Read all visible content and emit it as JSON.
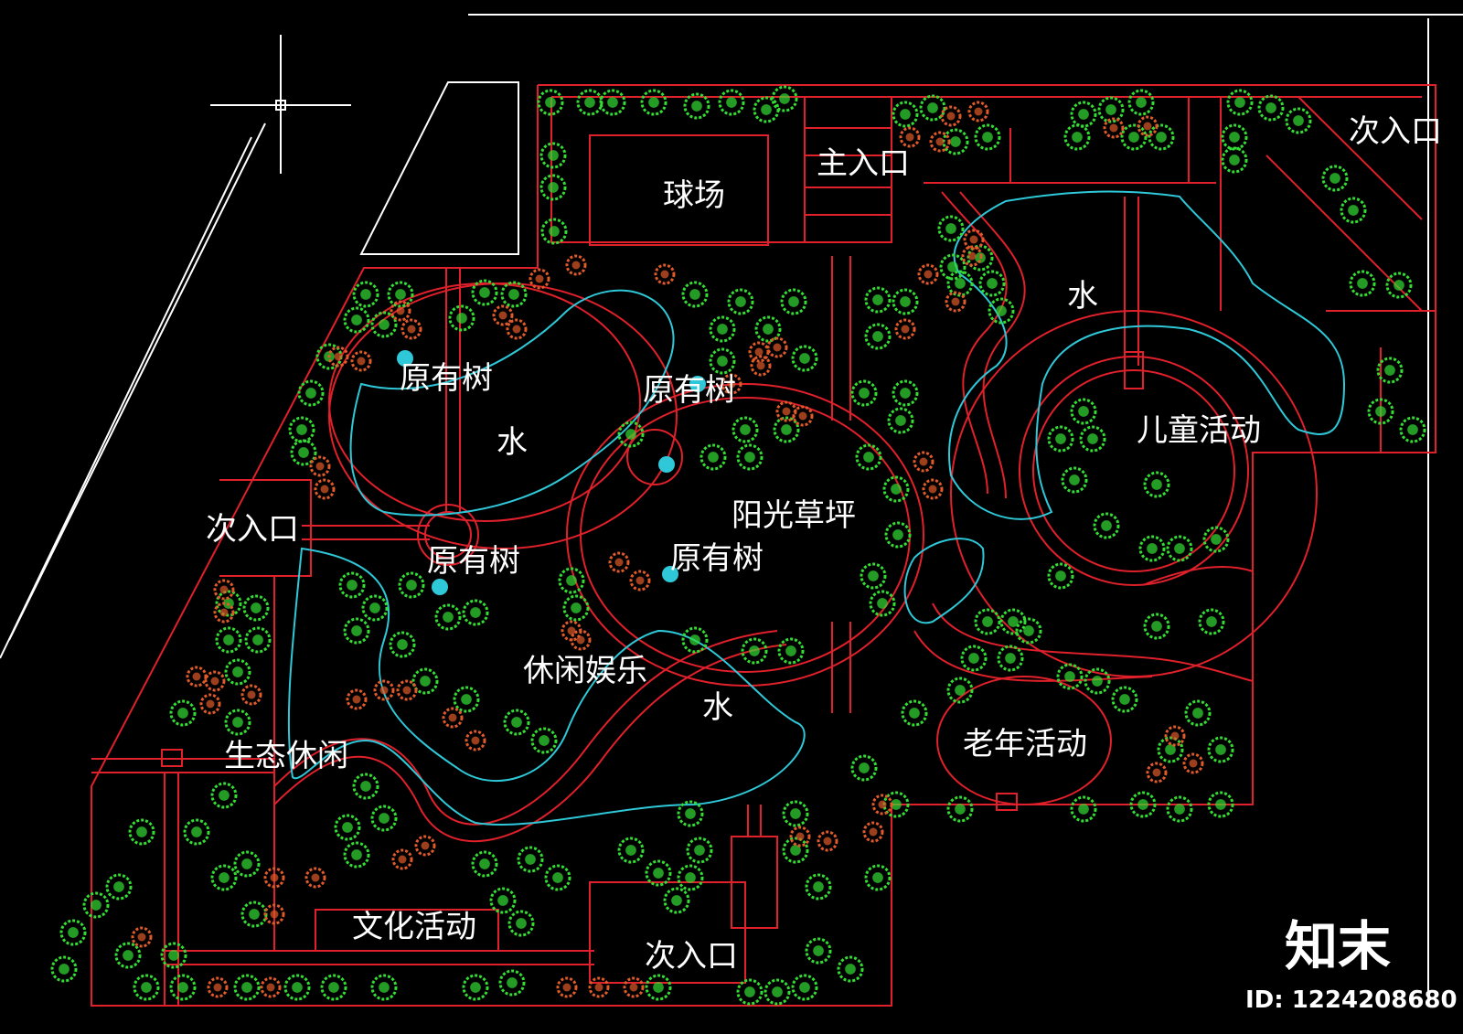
{
  "labels": {
    "court": "球场",
    "main_entrance": "主入口",
    "secondary_entrance": "次入口",
    "water": "水",
    "existing_tree": "原有树",
    "sunny_lawn": "阳光草坪",
    "children_activity": "儿童活动",
    "leisure_entertainment": "休闲娱乐",
    "eco_leisure": "生态休闲",
    "culture_activity": "文化活动",
    "elderly_activity": "老年活动"
  },
  "watermark": {
    "logo": "知末",
    "id": "ID: 1224208680"
  },
  "colors": {
    "background": "#000000",
    "boundary": "#e0202a",
    "water_edge": "#2ec8d8",
    "tree_green": "#33dd33",
    "tree_orange": "#e05a2a",
    "outline": "#ffffff"
  }
}
